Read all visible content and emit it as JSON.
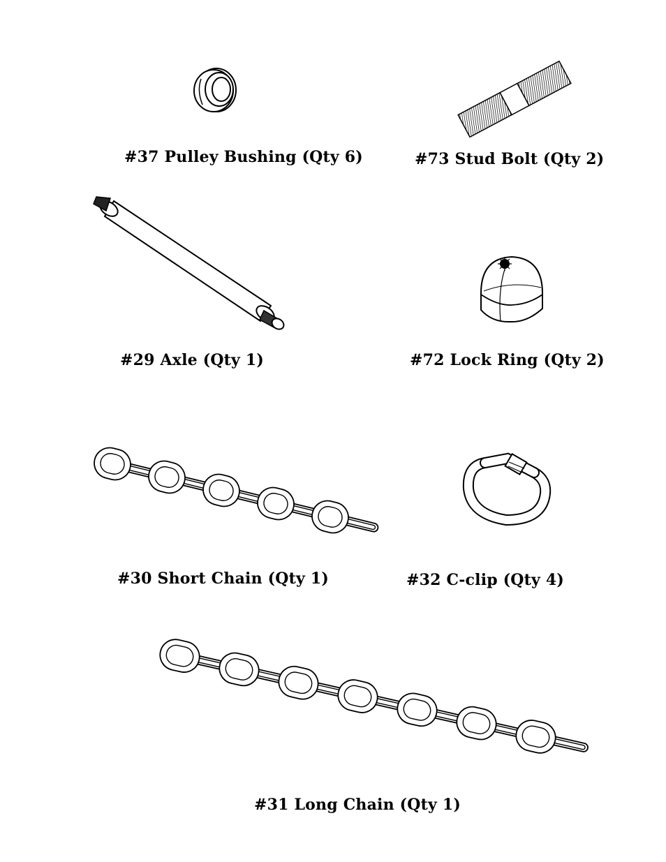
{
  "parts": [
    {
      "id": "bushing",
      "label": "#37 Pulley Bushing (Qty 6)",
      "icon": "pulley-bushing-icon"
    },
    {
      "id": "studbolt",
      "label": "#73 Stud Bolt (Qty 2)",
      "icon": "stud-bolt-icon"
    },
    {
      "id": "axle",
      "label": "#29 Axle (Qty 1)",
      "icon": "axle-icon"
    },
    {
      "id": "lockring",
      "label": "#72 Lock Ring (Qty 2)",
      "icon": "lock-ring-icon"
    },
    {
      "id": "short",
      "label": "#30 Short Chain (Qty 1)",
      "icon": "short-chain-icon"
    },
    {
      "id": "cclip",
      "label": "#32 C-clip (Qty 4)",
      "icon": "c-clip-icon"
    },
    {
      "id": "long",
      "label": "#31 Long Chain (Qty 1)",
      "icon": "long-chain-icon"
    }
  ]
}
